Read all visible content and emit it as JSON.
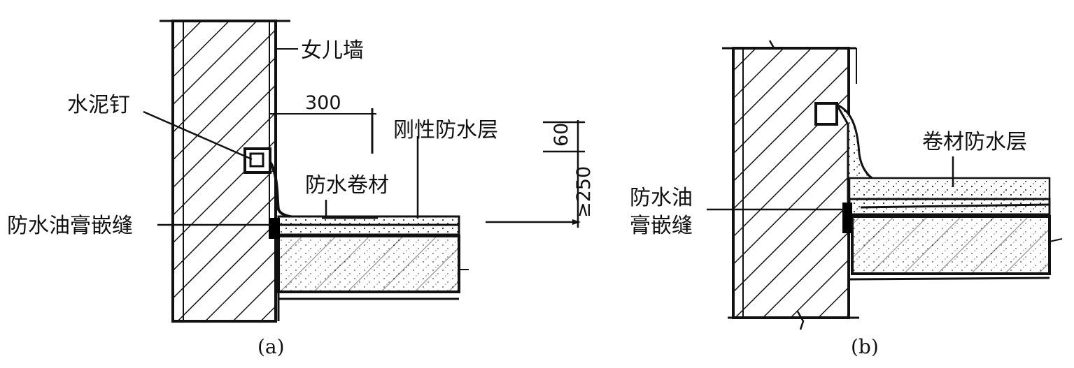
{
  "figure_a": {
    "caption": "(a)",
    "labels": {
      "parapet": "女儿墙",
      "cement_nail": "水泥钉",
      "dim_300": "300",
      "rigid_layer": "刚性防水层",
      "membrane": "防水卷材",
      "sealant": "防水油膏嵌缝",
      "dim_60": "60",
      "dim_250": "≥250"
    }
  },
  "figure_b": {
    "caption": "(b)",
    "labels": {
      "membrane_layer": "卷材防水层",
      "sealant_line1": "防水油",
      "sealant_line2": "膏嵌缝"
    }
  }
}
